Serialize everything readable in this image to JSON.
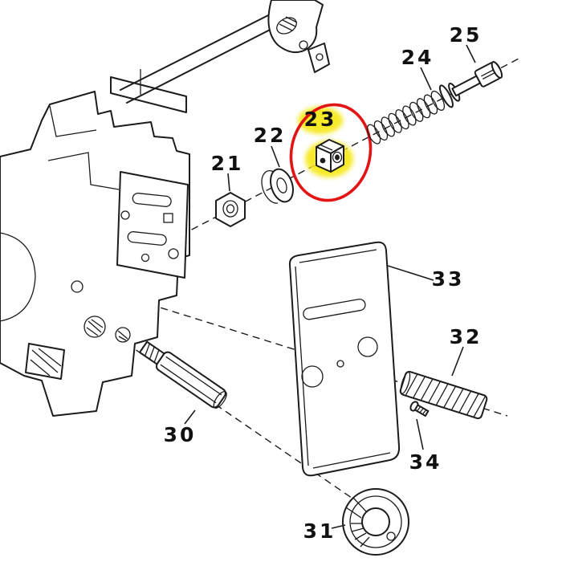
{
  "diagram": {
    "type": "exploded-parts-diagram",
    "description": "Chainsaw chain tensioner and guide bar mounting - exploded parts view",
    "background": "#ffffff",
    "line_color": "#1c1c1c",
    "highlight_color": "#e21414",
    "highlight_glow": "#f6e812",
    "highlighted_part": "23"
  },
  "parts": [
    {
      "number": "21",
      "name": "hex-nut"
    },
    {
      "number": "22",
      "name": "washer"
    },
    {
      "number": "23",
      "name": "chain-tensioner-block",
      "highlighted": true
    },
    {
      "number": "24",
      "name": "tensioner-spring"
    },
    {
      "number": "25",
      "name": "tensioner-screw"
    },
    {
      "number": "30",
      "name": "collar-stud"
    },
    {
      "number": "31",
      "name": "cup-retainer"
    },
    {
      "number": "32",
      "name": "bar-stud"
    },
    {
      "number": "34",
      "name": "small-screw"
    },
    {
      "number": "33",
      "name": "guide-bar-plate"
    }
  ]
}
